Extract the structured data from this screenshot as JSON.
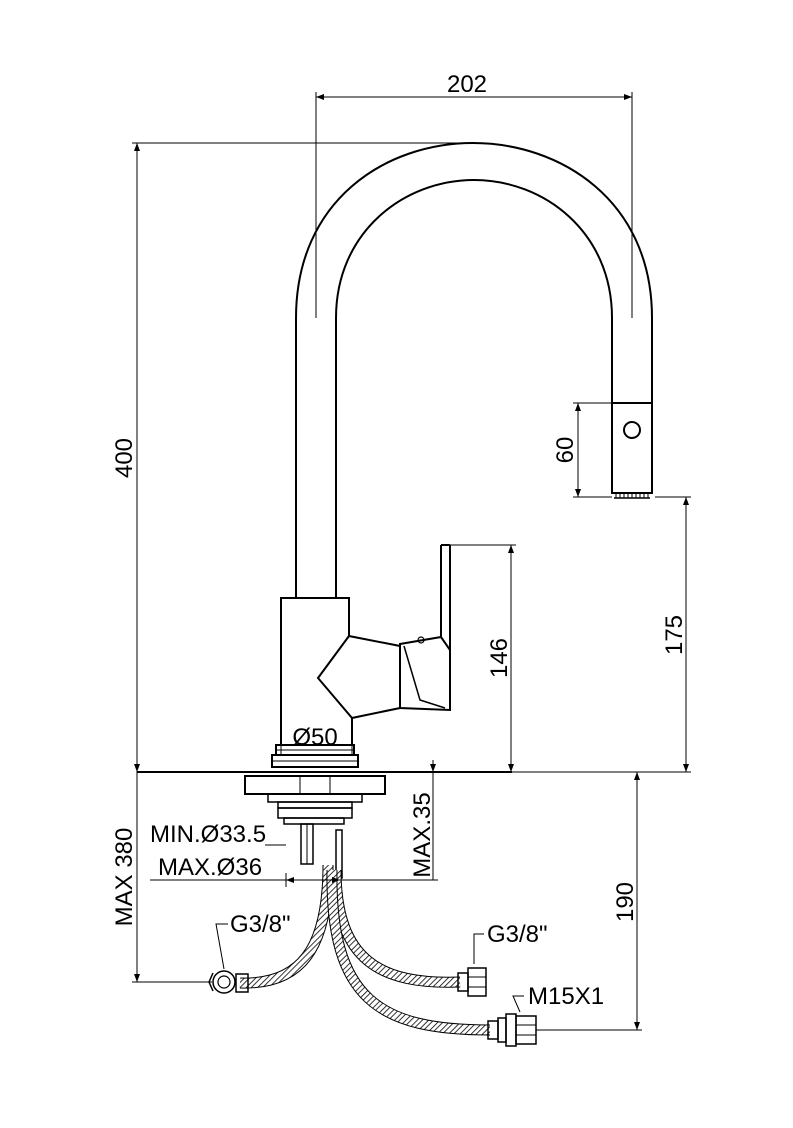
{
  "dimensions": {
    "spout_reach": "202",
    "total_height": "400",
    "spray_head_height": "60",
    "outlet_height": "175",
    "lever_height": "146",
    "base_diameter": "Ø50",
    "max_thickness": "MAX.35",
    "hose_length": "MAX 380",
    "supply_length": "190"
  },
  "hole": {
    "min": "MIN.Ø33.5",
    "max": "MAX.Ø36"
  },
  "connections": {
    "left_inlet": "G3/8\"",
    "right_inlet": "G3/8\"",
    "spray_outlet": "M15X1"
  },
  "colors": {
    "line": "#000000",
    "background": "#ffffff"
  }
}
